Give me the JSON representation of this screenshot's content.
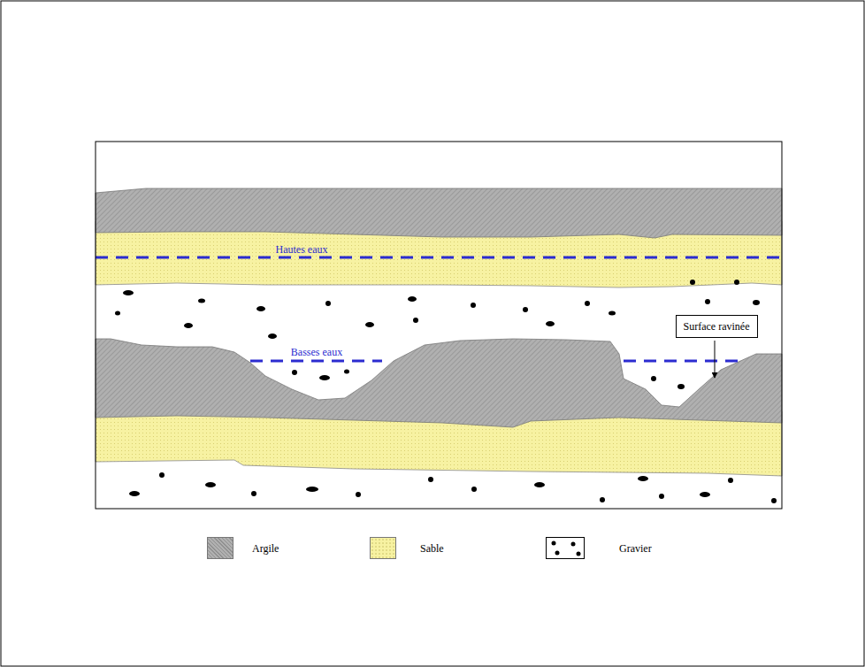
{
  "diagram": {
    "nodes": [
      {
        "text": [
          "Surface ravinée"
        ]
      }
    ],
    "labels": [
      "Hautes eaux",
      "Basses eaux"
    ],
    "legend": [
      {
        "text": "Argile",
        "color": "#b0b0b0"
      },
      {
        "text": "Sable",
        "color": "#f7f2a2"
      },
      {
        "text": "Gravier"
      }
    ]
  }
}
